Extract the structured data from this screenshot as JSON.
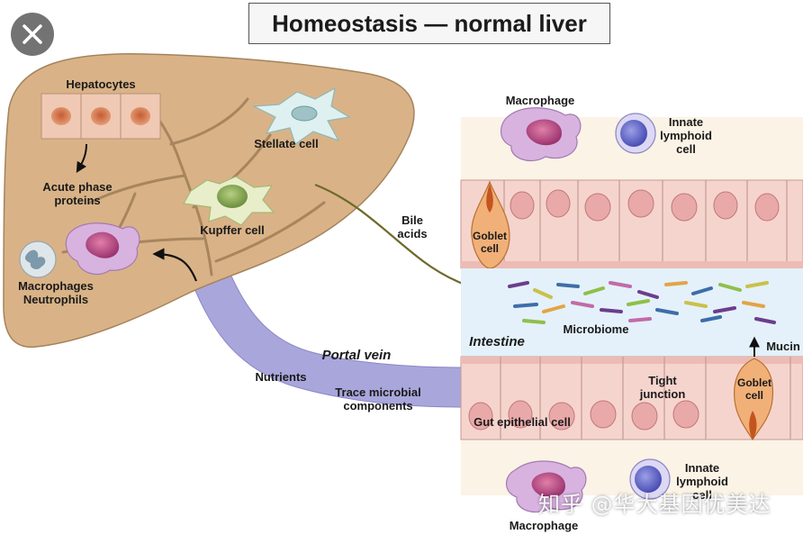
{
  "title": "Homeostasis — normal liver",
  "close_button": {
    "icon": "close-icon"
  },
  "liver": {
    "hepatocytes": "Hepatocytes",
    "acute_phase": [
      "Acute phase",
      "proteins"
    ],
    "stellate": "Stellate cell",
    "kupffer": "Kupffer cell",
    "macrophages": [
      "Macrophages",
      "Neutrophils"
    ]
  },
  "flow": {
    "bile": [
      "Bile",
      "acids"
    ],
    "portal_vein": "Portal vein",
    "nutrients": "Nutrients",
    "trace": [
      "Trace microbial",
      "components"
    ]
  },
  "intestine": {
    "macrophage_top": "Macrophage",
    "ilc_top": [
      "Innate",
      "lymphoid",
      "cell"
    ],
    "goblet_top": [
      "Goblet",
      "cell"
    ],
    "microbiome": "Microbiome",
    "intestine_label": "Intestine",
    "mucin": "Mucin",
    "tight_junction": [
      "Tight",
      "junction"
    ],
    "goblet_bottom": [
      "Goblet",
      "cell"
    ],
    "gut_epithelial": "Gut epithelial cell",
    "ilc_bottom": [
      "Innate",
      "lymphoid",
      "cell"
    ],
    "macrophage_bottom": "Macrophage"
  },
  "watermark": "知乎 @华大基因优美达",
  "colors": {
    "liver": "#d9b387",
    "portal_vein": "#a9a6dc",
    "lumen": "#e4f1fa",
    "epithelium": "#f3c9c3",
    "bile_arrow": "#6e6a2a"
  }
}
